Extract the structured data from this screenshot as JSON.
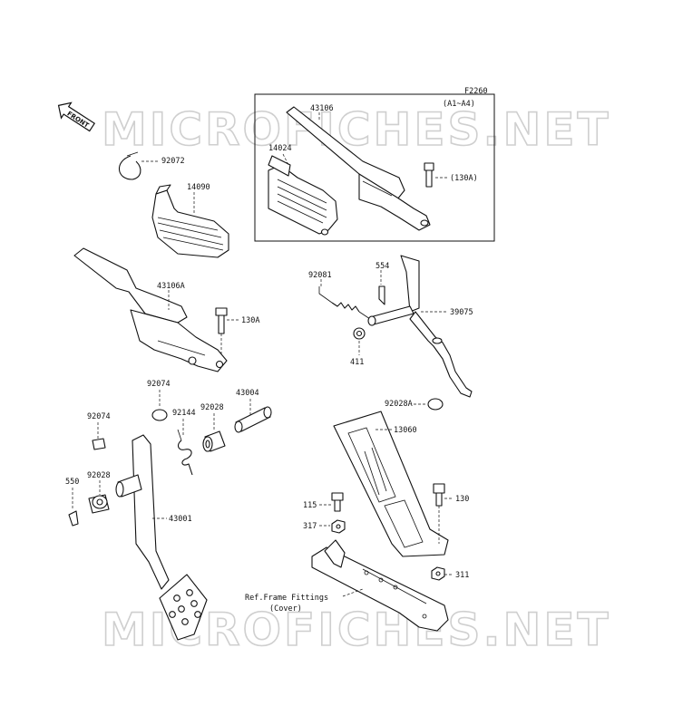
{
  "figure_code": "F2260",
  "front_label": "FRONT",
  "watermark": "MICROFICHES.NET",
  "inset_label": "(A1~A4)",
  "parts": {
    "p43106": "43106",
    "p14024": "14024",
    "p130A_inset": "(130A)",
    "p92072": "92072",
    "p14090": "14090",
    "p43106A": "43106A",
    "p130A": "130A",
    "p92081": "92081",
    "p554": "554",
    "p39075": "39075",
    "p411": "411",
    "p92074_a": "92074",
    "p43004": "43004",
    "p92144": "92144",
    "p92028_a": "92028",
    "p92074_b": "92074",
    "p92028A": "92028A",
    "p13060": "13060",
    "p550": "550",
    "p92028_b": "92028",
    "p43001": "43001",
    "p115": "115",
    "p130": "130",
    "p317": "317",
    "p311": "311"
  },
  "ref_label_line1": "Ref.Frame Fittings",
  "ref_label_line2": "(Cover)"
}
